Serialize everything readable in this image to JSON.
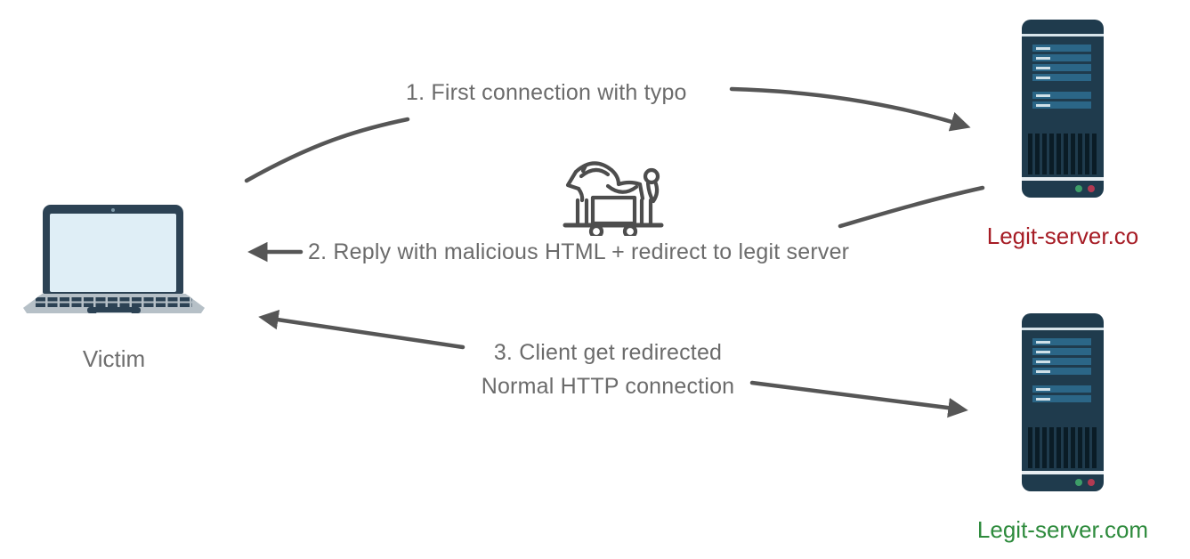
{
  "diagram_topic": "typosquatting-attack-flow",
  "nodes": {
    "victim": {
      "label": "Victim",
      "icon": "laptop-icon"
    },
    "typosquat_server": {
      "label": "Legit-server.co",
      "icon": "server-icon",
      "label_color": "#a61c25"
    },
    "legit_server": {
      "label": "Legit-server.com",
      "icon": "server-icon",
      "label_color": "#2e8b3d"
    }
  },
  "center_icon": "trojan-horse-icon",
  "steps": {
    "step1": {
      "label": "1. First connection with typo",
      "from": "victim",
      "to": "typosquat_server"
    },
    "step2": {
      "label": "2. Reply with malicious HTML + redirect to legit server",
      "from": "typosquat_server",
      "to": "victim"
    },
    "step3": {
      "line1": "3. Client get redirected",
      "line2": "Normal HTTP connection",
      "from": "legit_server",
      "to": "victim"
    }
  },
  "colors": {
    "arrow": "#565656",
    "step_text": "#6b6b6b",
    "victim_label": "#6e6e6e",
    "typosquat_label": "#a61c25",
    "legit_label": "#2e8b3d",
    "server_body": "#1f3b4d",
    "server_bar": "#2b6687",
    "laptop_frame": "#2c4254",
    "laptop_screen": "#dfeef6",
    "laptop_base": "#b6c0c7",
    "led_green": "#3d9e68",
    "led_red": "#b13a52",
    "horse_icon": "#4d4d4d"
  }
}
